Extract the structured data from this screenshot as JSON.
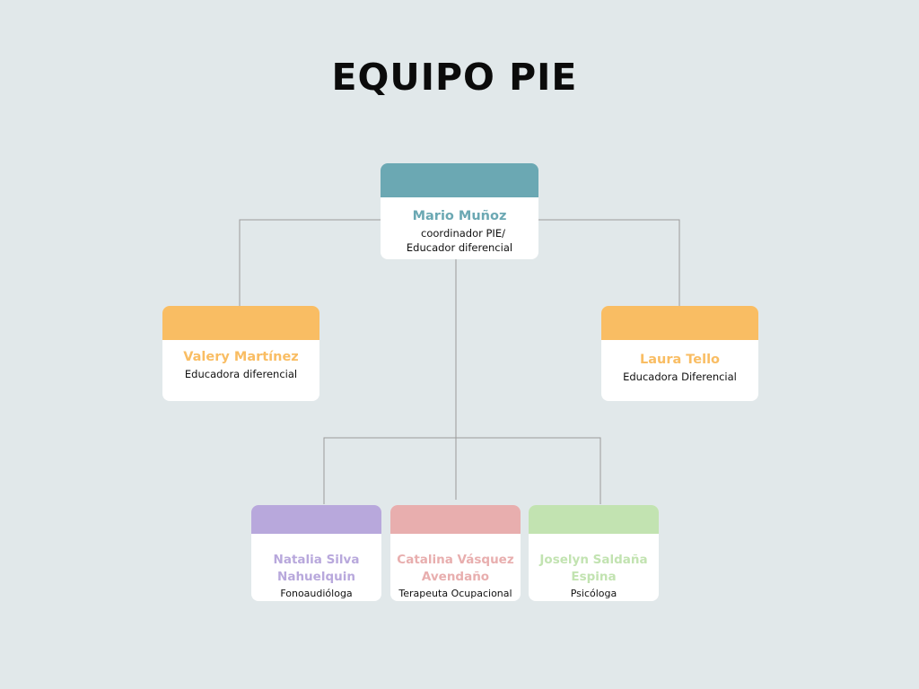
{
  "title": "EQUIPO PIE",
  "colors": {
    "background": "#e1e8ea",
    "teal": "#6ba8b3",
    "orange": "#f9bd63",
    "purple": "#b8a8dc",
    "pink": "#e8aeae",
    "green": "#c2e3b1",
    "connector": "#9a9a9a"
  },
  "chart_data": {
    "type": "org-chart",
    "nodes": [
      {
        "id": "mario",
        "name": "Mario Muñoz",
        "role_line1": "coordinador PIE/",
        "role_line2": "Educador diferencial",
        "color": "#6ba8b3"
      },
      {
        "id": "valery",
        "name": "Valery Martínez",
        "role": "Educadora diferencial",
        "color": "#f9bd63",
        "parent": "mario"
      },
      {
        "id": "laura",
        "name": "Laura Tello",
        "role": "Educadora Diferencial",
        "color": "#f9bd63",
        "parent": "mario"
      },
      {
        "id": "natalia",
        "name_line1": "Natalia Silva",
        "name_line2": "Nahuelquin",
        "role": "Fonoaudióloga",
        "color": "#b8a8dc",
        "parent": "mario"
      },
      {
        "id": "catalina",
        "name_line1": "Catalina Vásquez",
        "name_line2": "Avendaño",
        "role": "Terapeuta Ocupacional",
        "color": "#e8aeae",
        "parent": "mario"
      },
      {
        "id": "joselyn",
        "name_line1": "Joselyn Saldaña",
        "name_line2": "Espina",
        "role": "Psicóloga",
        "color": "#c2e3b1",
        "parent": "mario"
      }
    ]
  }
}
